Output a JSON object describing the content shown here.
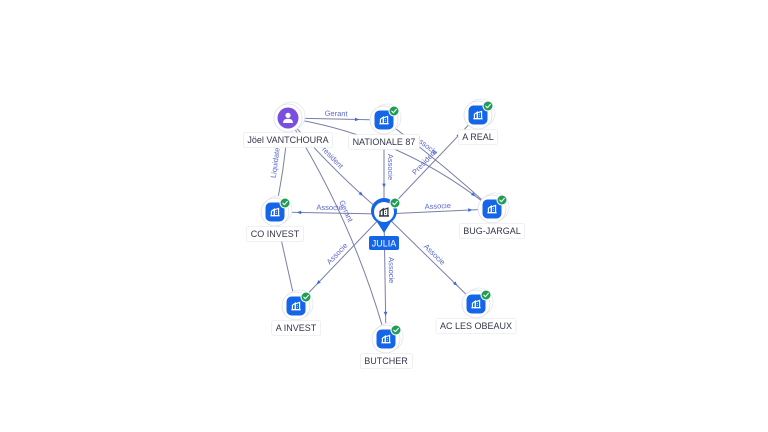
{
  "graph": {
    "nodes": [
      {
        "id": "joel",
        "label": "Jöel VANTCHOURA",
        "kind": "person"
      },
      {
        "id": "nationale",
        "label": "NATIONALE 87",
        "kind": "company",
        "verified": true
      },
      {
        "id": "areal",
        "label": "A REAL",
        "kind": "company",
        "verified": true
      },
      {
        "id": "coinvest",
        "label": "CO INVEST",
        "kind": "company",
        "verified": true
      },
      {
        "id": "julia",
        "label": "JULIA",
        "kind": "center",
        "verified": true
      },
      {
        "id": "bug",
        "label": "BUG-JARGAL",
        "kind": "company",
        "verified": true
      },
      {
        "id": "ainvest",
        "label": "A INVEST",
        "kind": "company",
        "verified": true
      },
      {
        "id": "acobeaux",
        "label": "AC LES OBEAUX",
        "kind": "company",
        "verified": true
      },
      {
        "id": "butcher",
        "label": "BUTCHER",
        "kind": "company",
        "verified": true
      }
    ],
    "edges": [
      {
        "from": "joel",
        "to": "nationale",
        "label": "Gerant"
      },
      {
        "from": "joel",
        "to": "coinvest",
        "label": "Liquidateur"
      },
      {
        "from": "joel",
        "to": "julia",
        "label": "President"
      },
      {
        "from": "joel",
        "to": "butcher",
        "label": "Gerant"
      },
      {
        "from": "joel",
        "to": "bug",
        "label": ""
      },
      {
        "from": "nationale",
        "to": "julia",
        "label": "Associe"
      },
      {
        "from": "julia",
        "to": "areal",
        "label": "President"
      },
      {
        "from": "julia",
        "to": "coinvest",
        "label": "Associe"
      },
      {
        "from": "julia",
        "to": "bug",
        "label": "Associe"
      },
      {
        "from": "julia",
        "to": "ainvest",
        "label": "Associe"
      },
      {
        "from": "julia",
        "to": "butcher",
        "label": "Associe"
      },
      {
        "from": "julia",
        "to": "acobeaux",
        "label": "Associe"
      },
      {
        "from": "coinvest",
        "to": "ainvest",
        "label": ""
      },
      {
        "from": "nationale",
        "to": "bug",
        "label": "Associe"
      }
    ]
  }
}
